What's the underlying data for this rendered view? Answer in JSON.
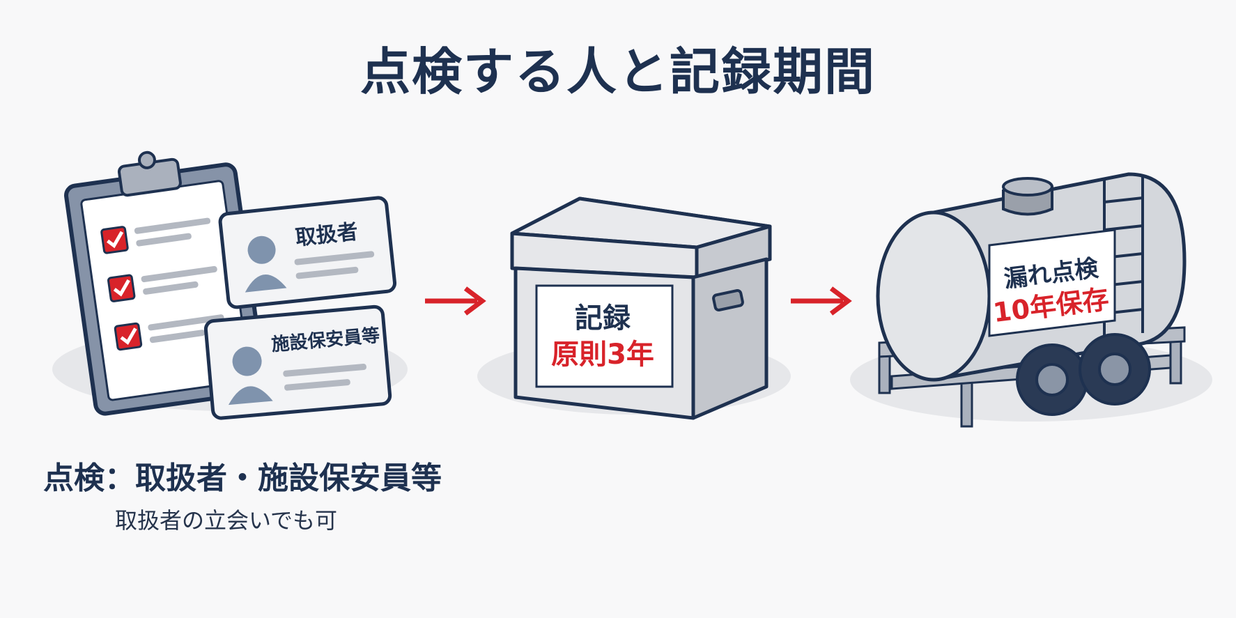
{
  "title": "点検する人と記録期間",
  "cards": {
    "handler": "取扱者",
    "security": "施設保安員等"
  },
  "box_label": {
    "line1": "記録",
    "line2": "原則3年"
  },
  "tank_label": {
    "line1": "漏れ点検",
    "line2": "10年保存"
  },
  "caption": {
    "main": "点検：取扱者・施設保安員等",
    "sub": "取扱者の立会いでも可"
  },
  "colors": {
    "navy": "#1e3150",
    "red": "#d8232a",
    "gray": "#dcdee2"
  },
  "icons": [
    "clipboard-icon",
    "checkbox-icon",
    "person-icon",
    "archive-box-icon",
    "arrow-right-icon",
    "tank-trailer-icon"
  ]
}
